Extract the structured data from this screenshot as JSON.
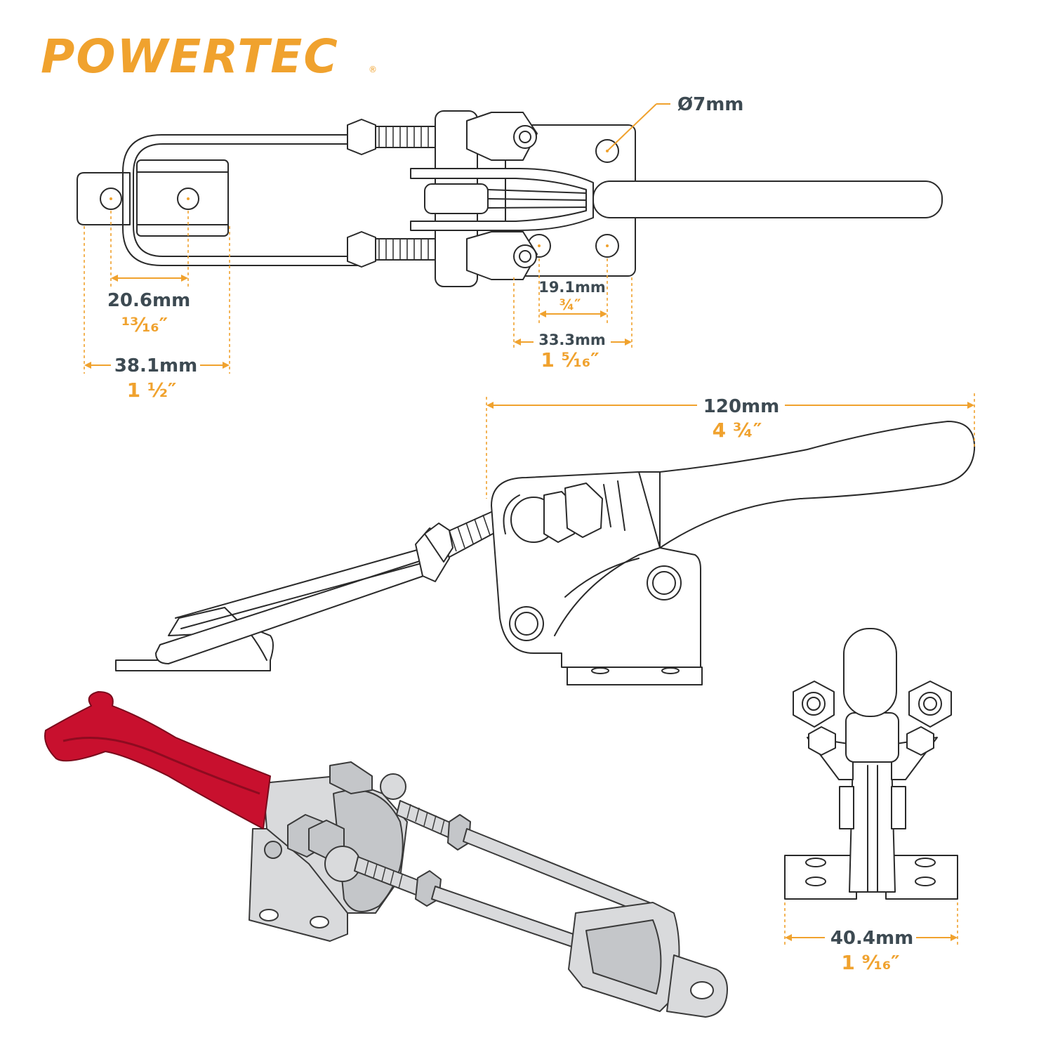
{
  "brand": {
    "name": "POWERTEC",
    "registered_mark": "®",
    "color": "#f0a22e"
  },
  "colors": {
    "accent": "#f0a22e",
    "label_dark": "#3d4a52",
    "handle_red": "#c8102e",
    "line": "#2a2a2a"
  },
  "dimensions": {
    "hole_diameter": {
      "mm": "Ø7mm"
    },
    "hole_spacing_latch": {
      "mm": "20.6mm",
      "inch": "¹³⁄₁₆″"
    },
    "latch_width": {
      "mm": "38.1mm",
      "inch": "1 ½″"
    },
    "base_hole_spacing": {
      "mm": "19.1mm",
      "inch": "¾″"
    },
    "base_length": {
      "mm": "33.3mm",
      "inch": "1 ⁵⁄₁₆″"
    },
    "overall_length": {
      "mm": "120mm",
      "inch": "4 ¾″"
    },
    "base_width": {
      "mm": "40.4mm",
      "inch": "1 ⁹⁄₁₆″"
    }
  }
}
